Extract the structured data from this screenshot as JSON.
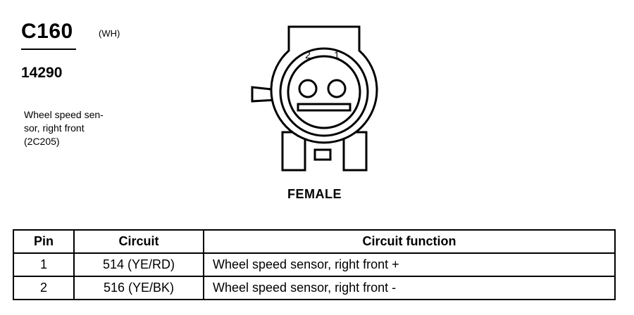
{
  "connector": {
    "id": "C160",
    "color": "(WH)",
    "part_number": "14290",
    "description_lines": [
      "Wheel speed sen-",
      "sor, right front",
      "(2C205)"
    ]
  },
  "diagram": {
    "pin_labels": [
      "2",
      "1"
    ],
    "gender": "FEMALE"
  },
  "table": {
    "headers": [
      "Pin",
      "Circuit",
      "Circuit function"
    ],
    "rows": [
      {
        "pin": "1",
        "circuit": "514 (YE/RD)",
        "function": "Wheel speed sensor, right front  +"
      },
      {
        "pin": "2",
        "circuit": "516 (YE/BK)",
        "function": "Wheel speed sensor, right front  -"
      }
    ]
  }
}
